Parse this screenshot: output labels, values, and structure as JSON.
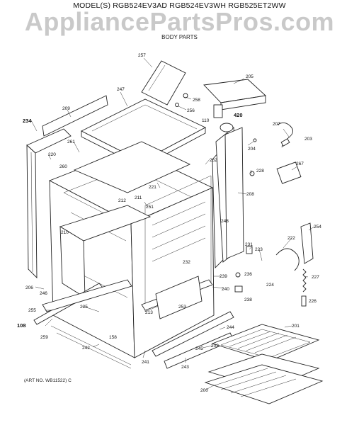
{
  "header": {
    "models": "MODEL(S) RGB524EV3AD  RGB524EV3WH  RGB525ET2WW",
    "watermark": "AppliancePartsPros.com",
    "subtitle": "BODY PARTS"
  },
  "footer": {
    "art_no": "(ART NO. WB11522) C"
  },
  "callouts": {
    "c257": "257",
    "c205": "205",
    "c247": "247",
    "c258": "258",
    "c209": "209",
    "c256": "256",
    "c420": "420",
    "c234": "234",
    "c110": "110",
    "c207": "207",
    "c203": "203",
    "c261": "261",
    "c204": "204",
    "c220": "220",
    "c262": "262",
    "c260": "260",
    "c267": "267",
    "c228": "228",
    "c221": "221",
    "c211": "211",
    "c208": "208",
    "c212": "212",
    "c251": "251",
    "c210": "210",
    "c248": "248",
    "c254": "254",
    "c222": "222",
    "c231": "231",
    "c223": "223",
    "c232": "232",
    "c239": "239",
    "c236": "236",
    "c227": "227",
    "c224": "224",
    "c206": "206",
    "c246": "246",
    "c240": "240",
    "c238": "238",
    "c226": "226",
    "c225": "225",
    "c253": "253",
    "c213": "213",
    "c255": "255",
    "c108": "108",
    "c201": "201",
    "c244": "244",
    "c259": "259",
    "c158": "158",
    "c202": "202",
    "c242": "242",
    "c245": "245",
    "c241": "241",
    "c243": "243",
    "c200": "200"
  }
}
